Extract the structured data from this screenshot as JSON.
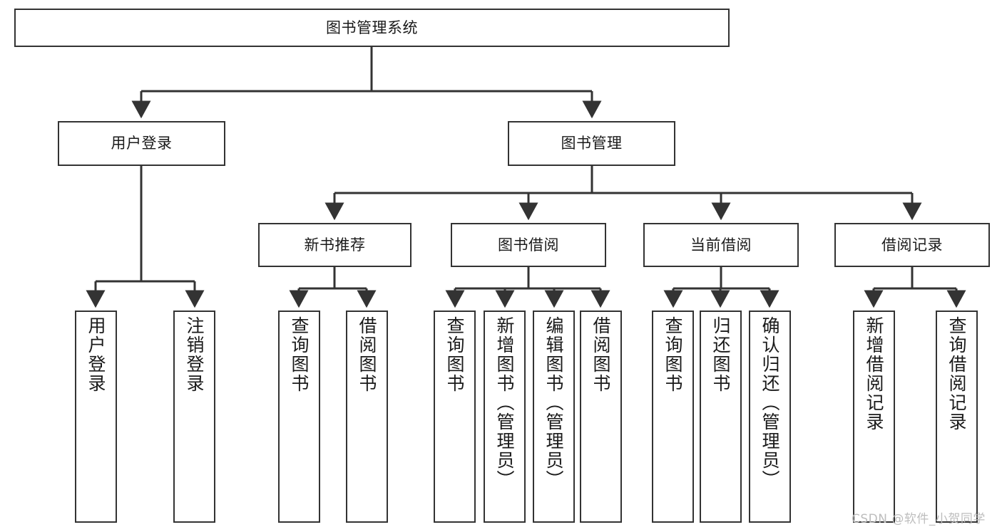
{
  "diagram": {
    "title": "图书管理系统",
    "type": "tree-hierarchy",
    "root": {
      "label": "图书管理系统"
    },
    "level2": [
      {
        "label": "用户登录"
      },
      {
        "label": "图书管理"
      }
    ],
    "level3": [
      {
        "label": "新书推荐"
      },
      {
        "label": "图书借阅"
      },
      {
        "label": "当前借阅"
      },
      {
        "label": "借阅记录"
      }
    ],
    "leaves": {
      "user_login": [
        {
          "label": "用户登录"
        },
        {
          "label": "注销登录"
        }
      ],
      "new_book_recommend": [
        {
          "label": "查询图书"
        },
        {
          "label": "借阅图书"
        }
      ],
      "book_borrow": [
        {
          "label": "查询图书"
        },
        {
          "label": "新增图书（管理员）"
        },
        {
          "label": "编辑图书（管理员）"
        },
        {
          "label": "借阅图书"
        }
      ],
      "current_borrow": [
        {
          "label": "查询图书"
        },
        {
          "label": "归还图书"
        },
        {
          "label": "确认归还（管理员）"
        }
      ],
      "borrow_record": [
        {
          "label": "新增借阅记录"
        },
        {
          "label": "查询借阅记录"
        }
      ]
    }
  },
  "watermark": {
    "text": "CSDN @软件_小贺同学"
  },
  "colors": {
    "stroke": "#333333",
    "fill": "#ffffff",
    "text": "#1a1a1a",
    "watermark": "#bdbdbd"
  }
}
